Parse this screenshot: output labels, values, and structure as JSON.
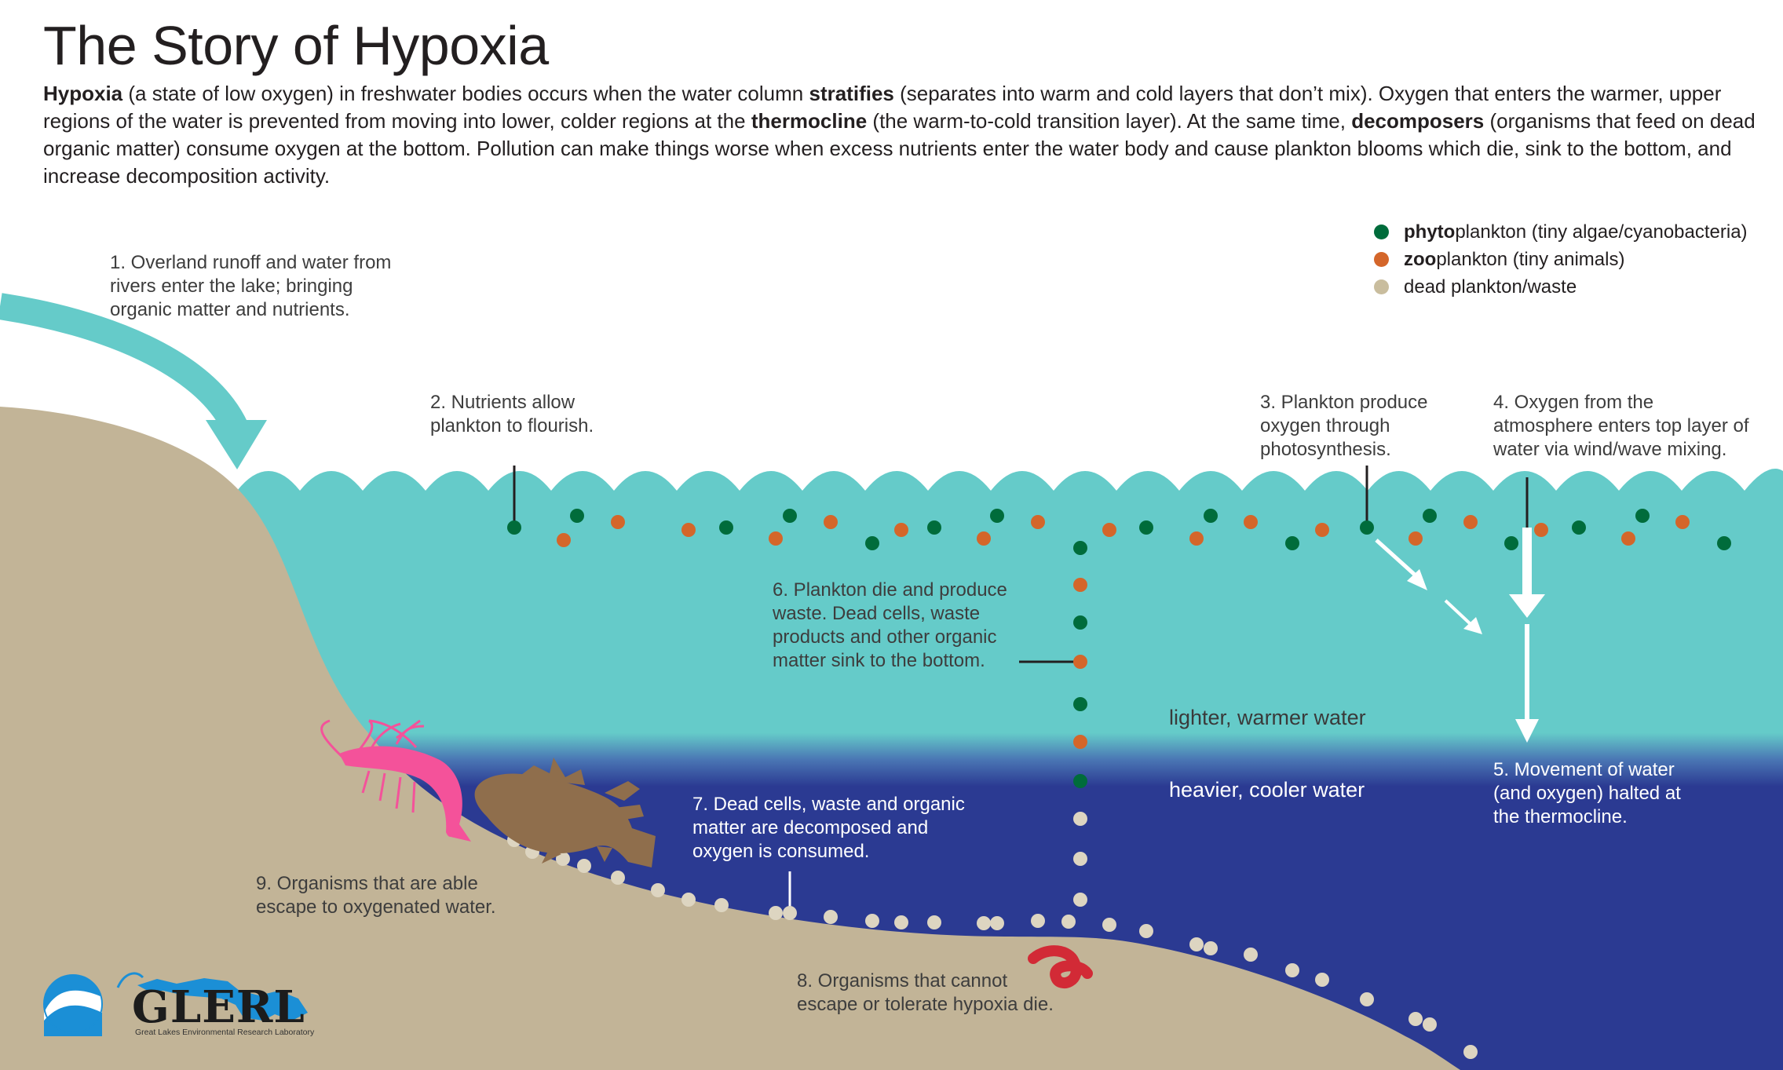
{
  "title": "The Story of Hypoxia",
  "intro": [
    {
      "text": "Hypoxia",
      "bold": true
    },
    {
      "text": " (a state of low oxygen) in freshwater bodies occurs when the water column ",
      "bold": false
    },
    {
      "text": "stratifies",
      "bold": true
    },
    {
      "text": " (separates into warm and cold layers that don’t mix). Oxygen that enters the warmer, upper regions of the water is prevented from moving into lower, colder regions at the ",
      "bold": false
    },
    {
      "text": "thermocline",
      "bold": true
    },
    {
      "text": " (the warm-to-cold transition layer). At the same time, ",
      "bold": false
    },
    {
      "text": "decomposers",
      "bold": true
    },
    {
      "text": " (organisms that feed on dead organic matter) consume oxygen at the bottom. Pollution can make things worse when excess nutrients enter the water body and cause plankton blooms which die, sink to the bottom, and increase decomposition activity.",
      "bold": false
    }
  ],
  "legend": [
    {
      "bold": "phyto",
      "rest": "plankton (tiny algae/cyanobacteria)",
      "color": "#006c3b"
    },
    {
      "bold": "zoo",
      "rest": "plankton (tiny animals)",
      "color": "#d4662a"
    },
    {
      "bold": "",
      "rest": "dead plankton/waste",
      "color": "#c9bd9e"
    }
  ],
  "notes": {
    "n1": "1. Overland runoff and water from\nrivers enter the lake; bringing\norganic matter and nutrients.",
    "n2": "2. Nutrients allow\nplankton to flourish.",
    "n3": "3. Plankton produce\noxygen through\nphotosynthesis.",
    "n4": "4. Oxygen from the\natmosphere enters top layer of\nwater via wind/wave mixing.",
    "n5": "5. Movement of water\n(and oxygen) halted at\nthe thermocline.",
    "n6": "6. Plankton die and produce\nwaste. Dead cells, waste\nproducts and other organic\nmatter sink to the bottom.",
    "n7": "7. Dead cells, waste and organic\nmatter are decomposed and\noxygen is consumed.",
    "n8": "8. Organisms that cannot\nescape or tolerate hypoxia die.",
    "n9": "9. Organisms that are able\nescape to oxygenated water."
  },
  "layers": {
    "upper": "lighter, warmer water",
    "lower": "heavier, cooler water"
  },
  "colors": {
    "upper_water": "#65cbc9",
    "lower_water": "#2b3a92",
    "sediment": "#c2b497",
    "arrow": "#65cbc9",
    "phyto": "#006c3b",
    "zoo": "#d4662a",
    "dead": "#ddd5c1",
    "shrimp": "#f4529a",
    "fish": "#8f6e4c",
    "worm": "#d22a36"
  },
  "logos": {
    "noaa": "NOAA",
    "glerl": "GLERL",
    "glerl_sub": "Great Lakes Environmental Research Laboratory"
  }
}
